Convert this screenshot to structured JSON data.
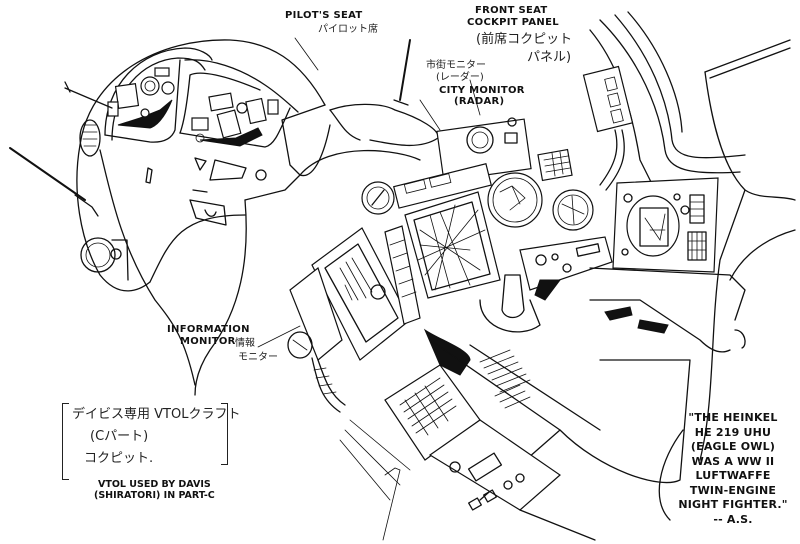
{
  "artwork": {
    "subject": "VTOL cockpit concept sketch",
    "style": "black ink line art",
    "colors": {
      "ink": "#111111",
      "paper": "#ffffff"
    }
  },
  "labels": {
    "pilots_seat": {
      "en": "PILOT'S SEAT",
      "jp": "パイロット席"
    },
    "front_seat_panel": {
      "en_line1": "FRONT SEAT",
      "en_line2": "COCKPIT PANEL",
      "jp_line1": "(前席コクピット",
      "jp_line2": "パネル)"
    },
    "city_monitor": {
      "jp_line1": "市街モニター",
      "jp_line2": "(レーダー)",
      "en_line1": "CITY MONITOR",
      "en_line2": "(RADAR)"
    },
    "information_monitor": {
      "en_line1": "INFORMATION",
      "en_line2": "MONITOR",
      "jp_line1": "情報",
      "jp_line2": "モニター"
    }
  },
  "note": {
    "jp_line1": "デイビス専用 VTOLクラフト",
    "jp_line2": "(Cパート)",
    "jp_line3": "コクピット.",
    "caption_line1": "VTOL USED BY DAVIS",
    "caption_line2": "(SHIRATORI) IN PART-C"
  },
  "quote": {
    "lines": [
      "\"THE HEINKEL",
      "HE 219 UHU",
      "(EAGLE OWL)",
      "WAS A WW II",
      "LUFTWAFFE",
      "TWIN-ENGINE",
      "NIGHT FIGHTER.\"",
      "-- A.S."
    ]
  }
}
